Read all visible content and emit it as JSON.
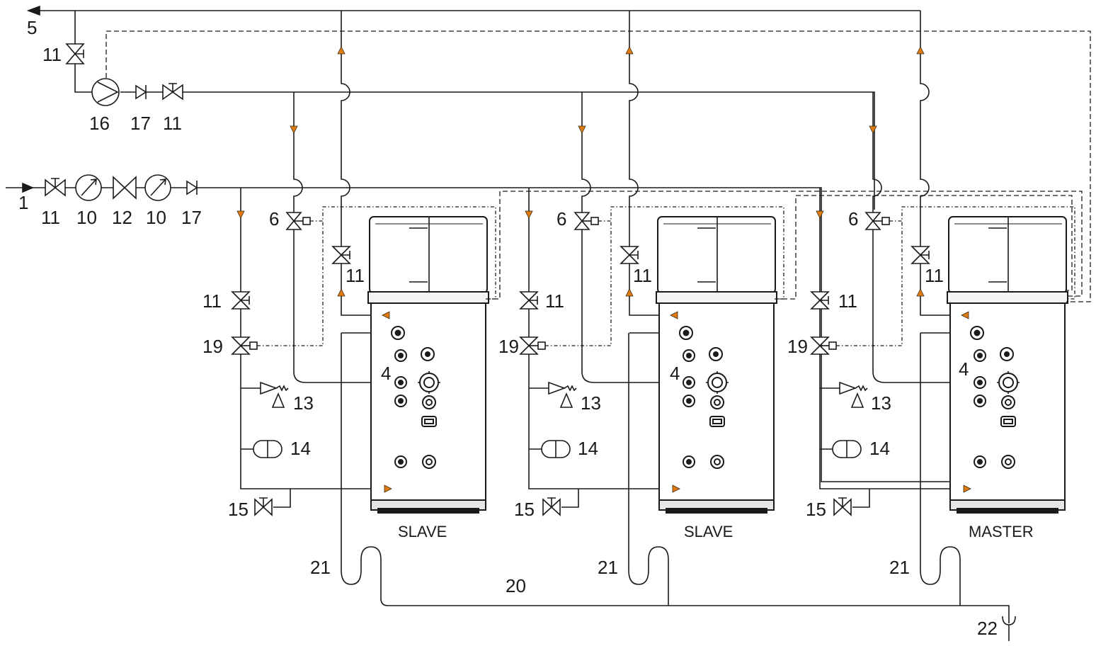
{
  "diagram": {
    "units": [
      {
        "name": "SLAVE"
      },
      {
        "name": "SLAVE"
      },
      {
        "name": "MASTER"
      }
    ],
    "labels": {
      "inlet": "1",
      "return_out": "5",
      "sensor_port": "4",
      "three_way_valve": "6",
      "pressure_gauge": "10",
      "shutoff_valve": "11",
      "pressure_reducer": "12",
      "safety_valve": "13",
      "expansion_vessel": "14",
      "drain_valve": "15",
      "circulation_pump": "16",
      "check_valve": "17",
      "mixing_valve": "19",
      "drain_collector": "20",
      "siphon": "21",
      "funnel": "22"
    }
  }
}
